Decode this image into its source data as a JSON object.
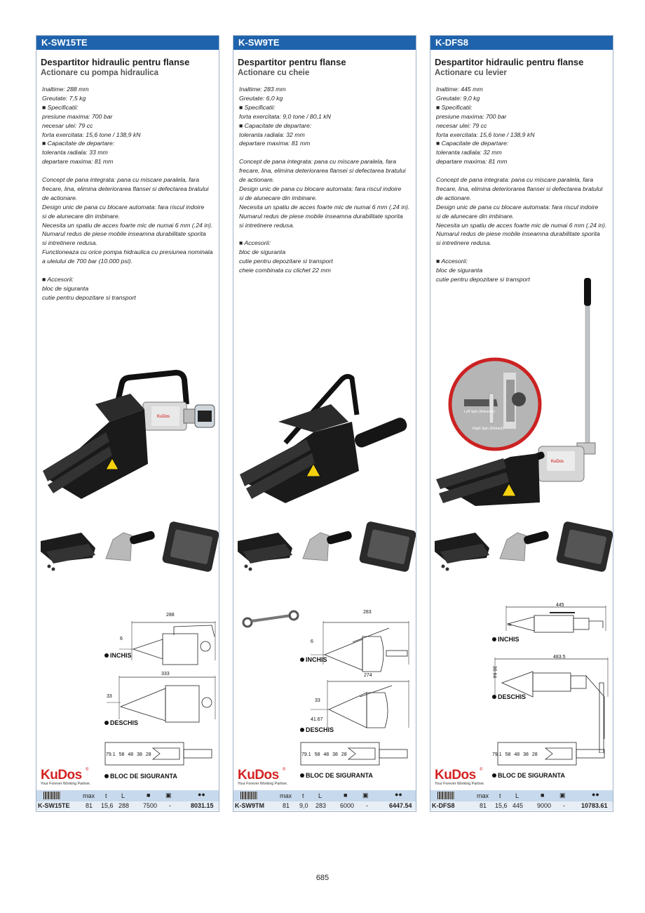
{
  "page_number": "685",
  "columns": [
    {
      "code": "K-SW15TE",
      "title": "Despartitor hidraulic pentru flanse",
      "subtitle": "Actionare cu pompa hidraulica",
      "specs": [
        "Inaltime: 288 mm",
        "Greutate: 7,5 kg",
        "■ Specificatii:",
        "presiune maxima: 700 bar",
        "necesar ulei: 79 cc",
        "forta exercitata: 15,6 tone / 138,9 kN",
        "■ Capacitate de departare:",
        "toleranta radiala: 33 mm",
        "departare maxima: 81 mm",
        "",
        "Concept de pana integrata: pana cu miscare paralela, fara",
        "frecare, lina, elimina deteriorarea flansei si defectarea bratului",
        "de actionare.",
        "Design unic de pana cu blocare automata: fara riscul indoire",
        "si de alunecare din imbinare.",
        "Necesita un spatiu de acces foarte mic de numai 6 mm (.24 in).",
        "Numarul redus de piese mobile inseamna durabilitate sporita",
        "si intretinere redusa.",
        "Functioneaza cu orice pompa hidraulica cu presiunea nominala",
        "a uleiului de 700 bar (10.000 psi).",
        "",
        "■ Accesorii:",
        "bloc de siguranta",
        "cutie pentru depozitare si transport"
      ],
      "dim_closed": {
        "label": "INCHIS",
        "width": "288",
        "gap": "6"
      },
      "dim_open": {
        "label": "DESCHIS",
        "width": "333",
        "gap": "33",
        "extra": ""
      },
      "bloc": {
        "label": "BLOC DE SIGURANTA",
        "steps": [
          "79.1",
          "58",
          "48",
          "38",
          "28"
        ]
      },
      "logo": {
        "name": "KuDos",
        "tagline": "Your Forever Working Partner."
      },
      "table": {
        "headers": [
          "max",
          "t",
          "L"
        ],
        "row": [
          "K-SW15TE",
          "81",
          "15,6",
          "288",
          "7500",
          "-",
          "8031.15"
        ]
      }
    },
    {
      "code": "K-SW9TE",
      "title": "Despartitor pentru flanse",
      "subtitle": "Actionare cu cheie",
      "specs": [
        "Inaltime: 283 mm",
        "Greutate: 6,0 kg",
        "■ Specificatii:",
        "forta exercitata: 9,0 tone / 80,1 kN",
        "■ Capacitate de departare:",
        "toleranta radiala: 32 mm",
        "departare maxima: 81 mm",
        "",
        "Concept de pana integrata: pana cu miscare paralela, fara",
        "frecare, lina, elimina deteriorarea flansei si defectarea bratului",
        "de actionare.",
        "Design unic de pana cu blocare automata: fara riscul indoire",
        "si de alunecare din imbinare.",
        "Necesita un spatiu de acces foarte mic de numai 6 mm (.24 in).",
        "Numarul redus de piese mobile inseamna durabilitate sporita",
        "si intretinere redusa.",
        "",
        "■ Accesorii:",
        "bloc de siguranta",
        "cutie pentru depozitare si transport",
        "cheie combinata cu clichet 22 mm"
      ],
      "dim_closed": {
        "label": "INCHIS",
        "width": "283",
        "gap": "6"
      },
      "dim_open": {
        "label": "DESCHIS",
        "width": "274",
        "gap": "33",
        "extra": "41.67"
      },
      "bloc": {
        "label": "BLOC DE SIGURANTA",
        "steps": [
          "79.1",
          "58",
          "48",
          "38",
          "28"
        ]
      },
      "logo": {
        "name": "KuDos",
        "tagline": "Your Forever Working Partner."
      },
      "table": {
        "headers": [
          "max",
          "t",
          "L"
        ],
        "row": [
          "K-SW9TM",
          "81",
          "9,0",
          "283",
          "6000",
          "-",
          "6447.54"
        ]
      }
    },
    {
      "code": "K-DFS8",
      "title": "Despartitor hidraulic pentru flanse",
      "subtitle": "Actionare cu levier",
      "specs": [
        "Inaltime: 445 mm",
        "Greutate: 9,0 kg",
        "■ Specificatii:",
        "presiune maxima: 700 bar",
        "necesar ulei: 79 cc",
        "forta exercitata: 15,6 tone / 138,9 kN",
        "■ Capacitate de departare:",
        "toleranta radiala: 32 mm",
        "departare maxima: 81 mm",
        "",
        "Concept de pana integrata: pana cu miscare paralela, fara",
        "frecare, lina, elimina deteriorarea flansei si defectarea bratului",
        "de actionare.",
        "Design unic de pana cu blocare automata: fara riscul indoire",
        "si de alunecare din imbinare.",
        "Necesita un spatiu de acces foarte mic de numai 6 mm (.24 in).",
        "Numarul redus de piese mobile inseamna durabilitate sporita",
        "si intretinere redusa.",
        "",
        "■ Accesorii:",
        "bloc de siguranta",
        "cutie pentru depozitare si transport"
      ],
      "dim_closed": {
        "label": "INCHIS",
        "width": "445",
        "gap": "6"
      },
      "dim_open": {
        "label": "DESCHIS",
        "width": "483.5",
        "gap": "30.64",
        "extra": ""
      },
      "bloc": {
        "label": "BLOC DE SIGURANTA",
        "steps": [
          "79.1",
          "58",
          "48",
          "38",
          "28"
        ]
      },
      "logo": {
        "name": "KuDos",
        "tagline": "Your Forever Working Partner."
      },
      "table": {
        "headers": [
          "max",
          "t",
          "L"
        ],
        "row": [
          "K-DFS8",
          "81",
          "15,6",
          "445",
          "9000",
          "-",
          "10783.61"
        ]
      }
    }
  ],
  "inset": {
    "advance": "Left Spin (Advance)",
    "retract": "Right Spin (Retract)"
  }
}
